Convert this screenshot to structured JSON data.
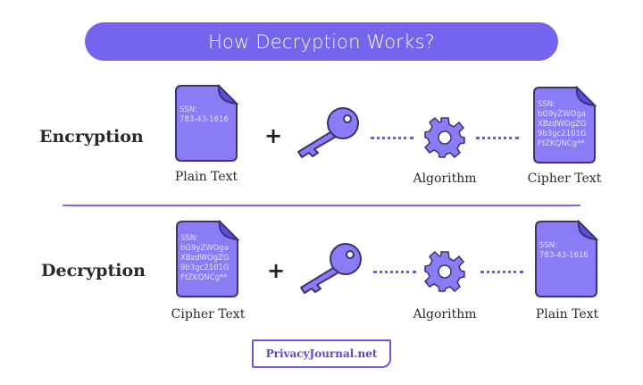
{
  "title": "How Decryption Works?",
  "encryption": {
    "label": "Encryption",
    "input": {
      "caption": "Plain Text",
      "lines": [
        "SSN:",
        "783-43-1616"
      ]
    },
    "operator": "+",
    "algorithm": "Algorithm",
    "output": {
      "caption": "Cipher Text",
      "lines": [
        "SSN:",
        "bG9yZWOga",
        "XBzdWOgZG",
        "9b3gc2101G",
        "FtZKQNCg**"
      ]
    }
  },
  "decryption": {
    "label": "Decryption",
    "input": {
      "caption": "Cipher Text",
      "lines": [
        "SSN:",
        "bG9yZWOga",
        "XBzdWOgZG",
        "9b3gc2101G",
        "FtZKQNCg**"
      ]
    },
    "operator": "+",
    "algorithm": "Algorithm",
    "output": {
      "caption": "Plain Text",
      "lines": [
        "SSN:",
        "783-43-1616"
      ]
    }
  },
  "footer": {
    "brand": "PrivacyJournal.net"
  },
  "colors": {
    "accent": "#7464ee",
    "doc_fill": "#8b7cf6",
    "doc_fold": "#5a4ee6"
  }
}
